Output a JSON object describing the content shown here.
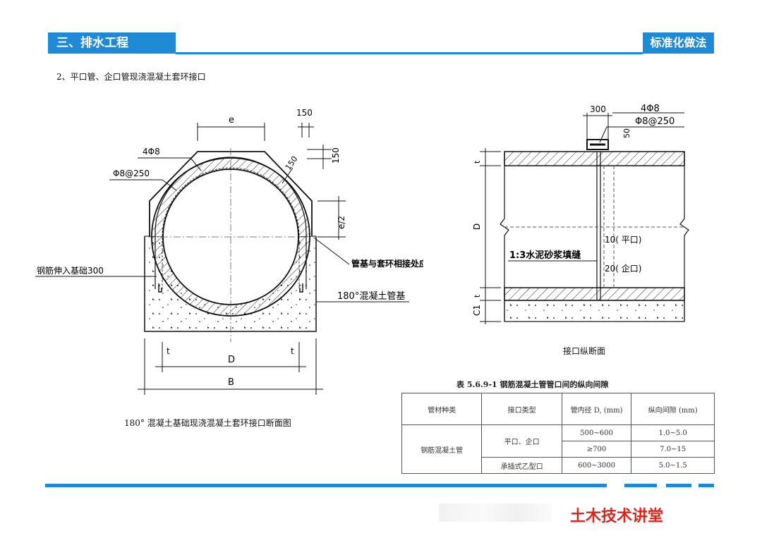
{
  "header": {
    "section": "三、排水工程",
    "tag": "标准化做法"
  },
  "subtitle": "2、平口管、企口管现浇混凝土套环接口",
  "left_drawing": {
    "caption": "180° 混凝土基础现浇混凝土套环接口断面图",
    "labels": {
      "e": "e",
      "dim150a": "150",
      "dim150b": "150",
      "dim150c": "150",
      "rebar1": "4Φ8",
      "rebar2": "Φ8@250",
      "half_e": "e/2",
      "anchor": "钢筋伸入基础300",
      "roughen": "管基与套环相接处应凿毛",
      "base": "180°混凝土管基",
      "t1": "t",
      "t2": "t",
      "D": "D",
      "B": "B"
    }
  },
  "right_drawing": {
    "caption": "接口纵断面",
    "labels": {
      "d300": "300",
      "rebar1": "4Φ8",
      "rebar2": "Φ8@250",
      "d50": "50",
      "t_top": "t",
      "D": "D",
      "t_bot": "t",
      "C1": "C1",
      "gap10": "10( 平口)",
      "mortar": "1:3水泥砂浆填缝",
      "gap20": "20( 企口)"
    }
  },
  "table": {
    "title": "表 5.6.9-1   钢筋混凝土管管口间的纵向间隙",
    "headers": [
      "管材种类",
      "接口类型",
      "管内径 D, (mm)",
      "纵向间隙 (mm)"
    ],
    "material": "钢筋混凝土管",
    "type1": "平口、企口",
    "type2": "承插式乙型口",
    "rows": [
      {
        "d": "500~600",
        "gap": "1.0~5.0"
      },
      {
        "d": "≥700",
        "gap": "7.0~15"
      },
      {
        "d": "600~3000",
        "gap": "5.0~1.5"
      }
    ]
  },
  "footer": {
    "brand": "土木技术讲堂"
  },
  "colors": {
    "accent": "#1e8ad6",
    "brand": "#d8261c"
  }
}
